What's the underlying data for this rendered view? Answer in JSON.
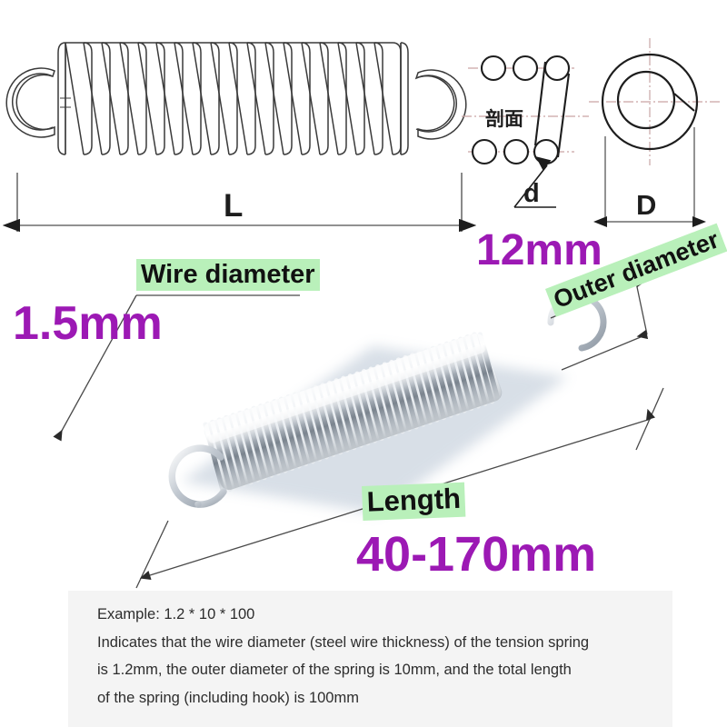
{
  "diagram": {
    "technical": {
      "length_dimension_label": "L",
      "wire_diameter_dimension_label": "d",
      "outer_diameter_dimension_label": "D",
      "cross_section_label": "剖面"
    },
    "callouts": {
      "wire_diameter_label": "Wire diameter",
      "wire_diameter_value": "1.5mm",
      "outer_diameter_label": "Outer diameter",
      "outer_diameter_value": "12mm",
      "length_label": "Length",
      "length_value": "40-170mm"
    },
    "description": {
      "line1": "Example: 1.2 * 10 * 100",
      "line2": "Indicates that the wire diameter (steel wire thickness) of the tension spring",
      "line3": "is 1.2mm, the outer diameter of the spring is 10mm, and the total length",
      "line4": "of the spring (including hook) is 100mm"
    },
    "colors": {
      "highlight_green": "#b9f0ba",
      "value_purple": "#9c19b4",
      "description_background": "#f4f4f4",
      "line_black": "#222222",
      "centerline_pink": "#c9a5a5"
    }
  }
}
